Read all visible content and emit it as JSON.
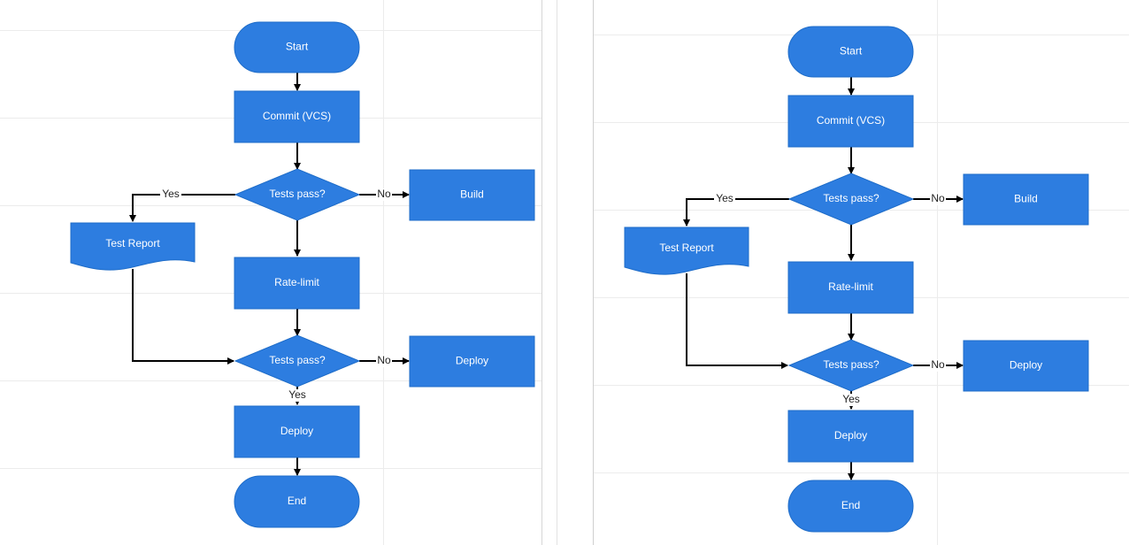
{
  "colors": {
    "node_fill": "#2d7de0",
    "node_stroke": "#1e6cc8",
    "edge": "#000000",
    "label_text": "#ffffff",
    "edge_label_text": "#222222"
  },
  "diagrams": [
    {
      "nodes": {
        "start": "Start",
        "commit": "Commit (VCS)",
        "tests1": "Tests pass?",
        "build": "Build",
        "report": "Test Report",
        "ratelimit": "Rate-limit",
        "tests2": "Tests pass?",
        "deploy_side": "Deploy",
        "deploy_main": "Deploy",
        "end": "End"
      },
      "edge_labels": {
        "tests1_yes": "Yes",
        "tests1_no": "No",
        "tests2_no": "No",
        "tests2_yes": "Yes"
      }
    },
    {
      "nodes": {
        "start": "Start",
        "commit": "Commit (VCS)",
        "tests1": "Tests pass?",
        "build": "Build",
        "report": "Test Report",
        "ratelimit": "Rate-limit",
        "tests2": "Tests pass?",
        "deploy_side": "Deploy",
        "deploy_main": "Deploy",
        "end": "End"
      },
      "edge_labels": {
        "tests1_yes": "Yes",
        "tests1_no": "No",
        "tests2_no": "No",
        "tests2_yes": "Yes"
      }
    }
  ]
}
